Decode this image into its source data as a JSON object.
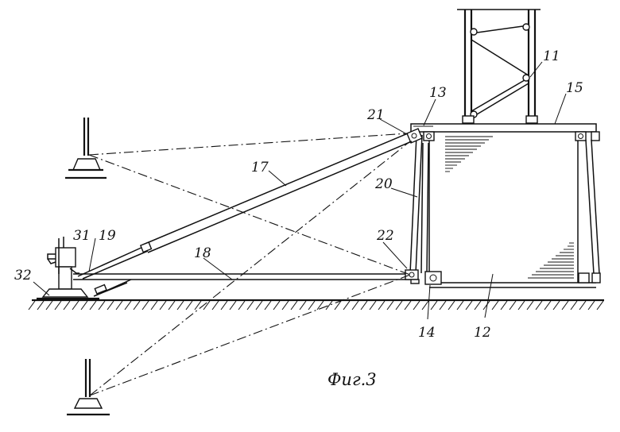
{
  "labels": {
    "l11": "11",
    "l12": "12",
    "l13": "13",
    "l14": "14",
    "l15": "15",
    "l17": "17",
    "l18": "18",
    "l19": "19",
    "l20": "20",
    "l21": "21",
    "l22": "22",
    "l31": "31",
    "l32": "32"
  },
  "caption": "Фиг.3"
}
